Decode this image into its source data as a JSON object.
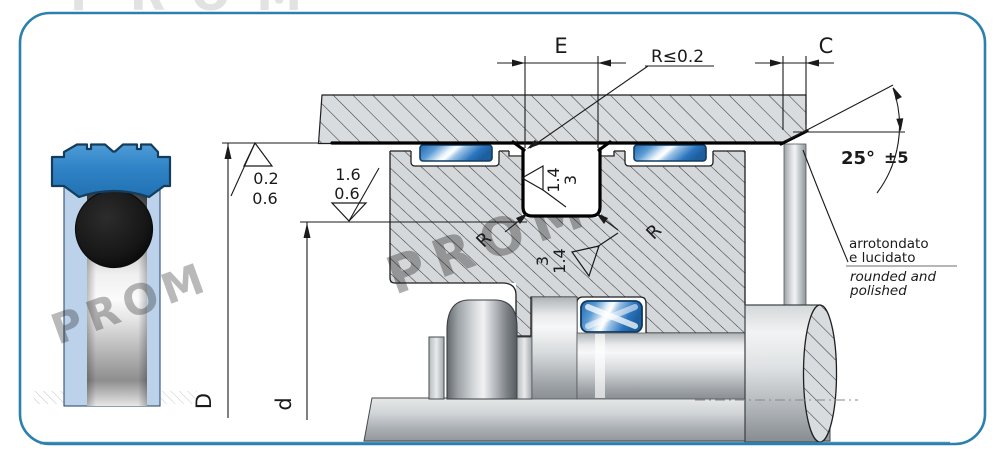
{
  "dimensions": {
    "e_label": "E",
    "c_label": "C",
    "r_max_label": "R≤0.2",
    "bore_diameter_label": "D",
    "groove_diameter_label": "d",
    "radius_label_left": "R",
    "radius_label_right": "R"
  },
  "angle": {
    "value": "25°",
    "tolerance": "±5"
  },
  "roughness": {
    "bore": {
      "line1": "0.2",
      "line2": "0.6"
    },
    "groove_root": {
      "line1": "1.6",
      "line2": "0.6"
    },
    "groove_wall": {
      "line1": "1.4",
      "line2": "3"
    },
    "groove_bottom": {
      "line1": "3",
      "line2": "1.4"
    }
  },
  "notes": {
    "italian_1": "arrotondato",
    "italian_2": "e lucidato",
    "english_1": "rounded and",
    "english_2": "polished"
  },
  "watermark": {
    "text": "PROM"
  },
  "colors": {
    "frame_border": "#2b80ae",
    "seal_cap_blue": "#2f83c6",
    "seal_body_light_blue": "#bcd2ea",
    "o_ring_black": "#151515",
    "glide_ring_blue": "#2a74be",
    "hatch_fill": "#d7dadd",
    "line_color": "#1a1a1a"
  }
}
